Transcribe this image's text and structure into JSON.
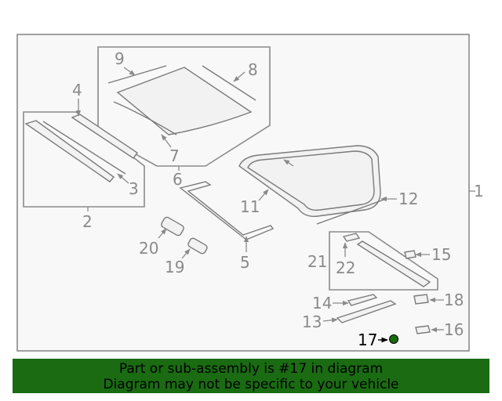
{
  "callouts": {
    "c1": "1",
    "c2": "2",
    "c3": "3",
    "c4": "4",
    "c5": "5",
    "c6": "6",
    "c7": "7",
    "c8": "8",
    "c9": "9",
    "c11": "11",
    "c12": "12",
    "c13": "13",
    "c14": "14",
    "c15": "15",
    "c16": "16",
    "c17": "17",
    "c18": "18",
    "c19": "19",
    "c20": "20",
    "c21": "21",
    "c22": "22"
  },
  "highlight": {
    "part": "17",
    "color": "#1a6b12"
  },
  "banner": {
    "line1": "Part or sub-assembly is #17 in diagram",
    "line2": "Diagram may not be specific to your vehicle",
    "background": "#1a6b12"
  },
  "colors": {
    "drawing": "#8a8a8a",
    "frame_fill": "#f8f8f8"
  }
}
